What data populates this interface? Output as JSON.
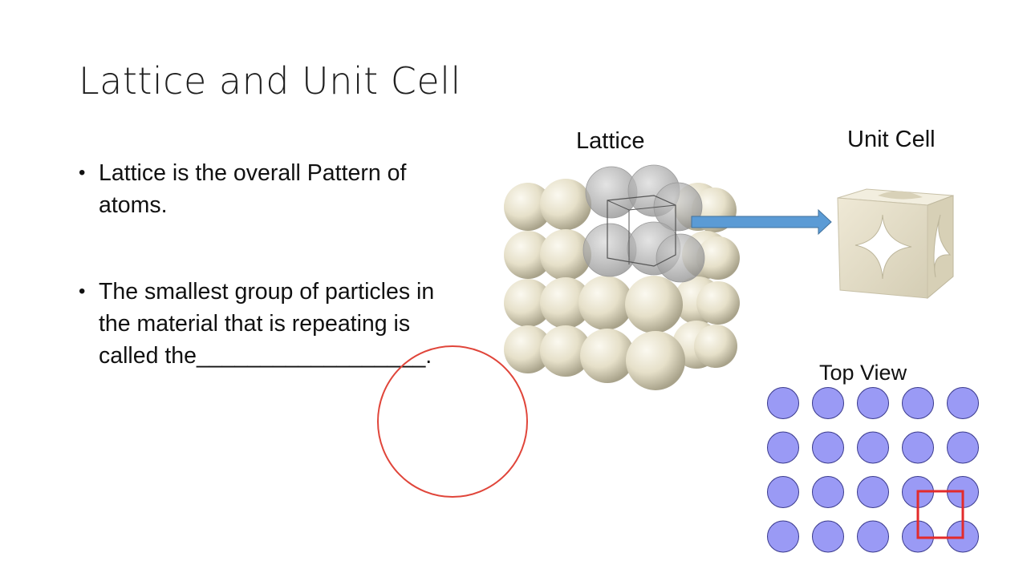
{
  "slide": {
    "title": "Lattice and Unit Cell",
    "bullets": [
      {
        "text": "Lattice is the overall Pattern of atoms."
      },
      {
        "text": "The smallest group of particles in the material that is repeating is called the__________________."
      }
    ],
    "bullet_glyph": "•"
  },
  "figure": {
    "lattice_label": "Lattice",
    "unit_cell_label": "Unit Cell",
    "top_view_label": "Top View",
    "top_view_grid": {
      "rows": 4,
      "cols": 5
    },
    "colors": {
      "sphere": "#e9e4cf",
      "sphere_shadow": "#a8a28a",
      "top_view_atom": "#9a9af5",
      "highlight": "#e32b2b",
      "arrow": "#5b9bd5",
      "annotation_circle": "#e0453a"
    }
  }
}
